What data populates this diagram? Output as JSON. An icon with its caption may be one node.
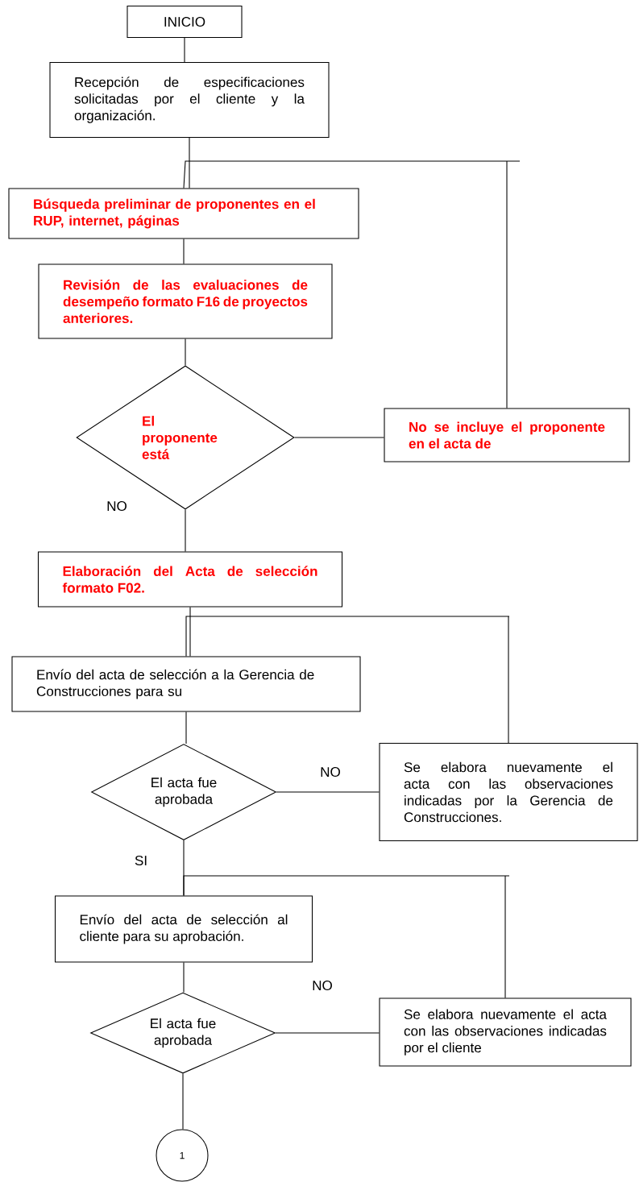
{
  "diagram": {
    "nodes": [
      {
        "text": [
          "INICIO"
        ]
      },
      {
        "text": [
          "Recepción de  especificaciones solicitadas por el cliente y la organización."
        ]
      },
      {
        "text": [
          "Búsqueda preliminar de proponentes en el RUP, internet, páginas"
        ]
      },
      {
        "text": [
          "Revisión de las evaluaciones de desempeño formato F16 de proyectos anteriores."
        ]
      },
      {
        "text": [
          "El proponente está"
        ]
      },
      {
        "text": [
          "No se incluye el proponente en el acta de"
        ]
      },
      {
        "text": [
          "Elaboración del Acta de selección formato F02."
        ]
      },
      {
        "text": [
          "Envío del  acta de selección a la Gerencia de Construcciones para su"
        ]
      },
      {
        "text": [
          "El acta fue aprobada"
        ]
      },
      {
        "text": [
          "Se elabora nuevamente el acta con las observaciones indicadas por la Gerencia de Construcciones."
        ]
      },
      {
        "text": [
          "Envío del  acta de selección al cliente para su aprobación."
        ]
      },
      {
        "text": [
          "El acta fue aprobada"
        ]
      },
      {
        "text": [
          "Se elabora nuevamente el acta con las observaciones indicadas por el cliente"
        ]
      },
      {
        "text": [
          "1"
        ]
      }
    ],
    "edges": [
      {
        "from": 0,
        "to": 1,
        "arrow": "none"
      },
      {
        "from": 1,
        "to": 2,
        "arrow": "none"
      },
      {
        "from": 5,
        "to": 2,
        "arrow": "none"
      },
      {
        "from": 2,
        "to": 3,
        "arrow": "none"
      },
      {
        "from": 3,
        "to": 4,
        "arrow": "none"
      },
      {
        "from": 4,
        "to": 5,
        "arrow": "none"
      },
      {
        "from": 4,
        "to": 6,
        "arrow": "none",
        "label": "NO"
      },
      {
        "from": 6,
        "to": 7,
        "arrow": "none"
      },
      {
        "from": 9,
        "to": 7,
        "arrow": "none"
      },
      {
        "from": 7,
        "to": 8,
        "arrow": "none"
      },
      {
        "from": 8,
        "to": 9,
        "arrow": "none",
        "label": "NO"
      },
      {
        "from": 8,
        "to": 10,
        "arrow": "none",
        "label": "SI"
      },
      {
        "from": 12,
        "to": 10,
        "arrow": "none"
      },
      {
        "from": 10,
        "to": 11,
        "arrow": "none"
      },
      {
        "from": 11,
        "to": 12,
        "arrow": "none",
        "label": "NO"
      },
      {
        "from": 11,
        "to": 13,
        "arrow": "none"
      }
    ]
  }
}
